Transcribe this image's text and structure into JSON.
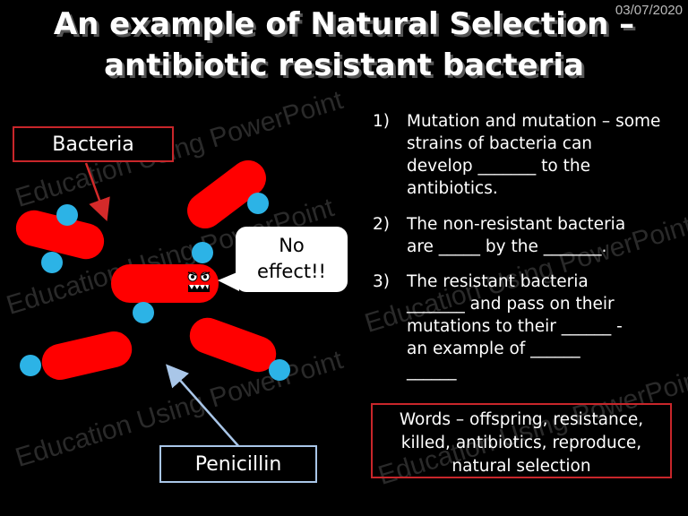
{
  "date": "03/07/2020",
  "title": {
    "line1": "An example of Natural Selection –",
    "line2": "antibiotic resistant bacteria"
  },
  "watermark": "Education Using PowerPoint",
  "labels": {
    "bacteria": "Bacteria",
    "penicillin": "Penicillin"
  },
  "bubble": {
    "line1": "No",
    "line2": "effect!!"
  },
  "questions": [
    {
      "num": "1)",
      "lines": [
        "Mutation and mutation – some",
        "strains of bacteria can",
        "develop _______ to the",
        "antibiotics."
      ]
    },
    {
      "num": "2)",
      "lines": [
        "The non-resistant bacteria",
        "are _____ by the _______."
      ]
    },
    {
      "num": "3)",
      "lines": [
        "The resistant bacteria",
        "_______ and pass on their",
        "mutations to their ______ -",
        "an example of ______",
        "______"
      ]
    }
  ],
  "wordbox": {
    "lines": [
      "Words – offspring, resistance,",
      "killed, antibiotics, reproduce,",
      "natural selection"
    ]
  },
  "colors": {
    "bacteria": "#ff0000",
    "antibiotic": "#2cb3e6",
    "label_border_red": "#c8262a",
    "label_border_blue": "#a9c6e8"
  }
}
